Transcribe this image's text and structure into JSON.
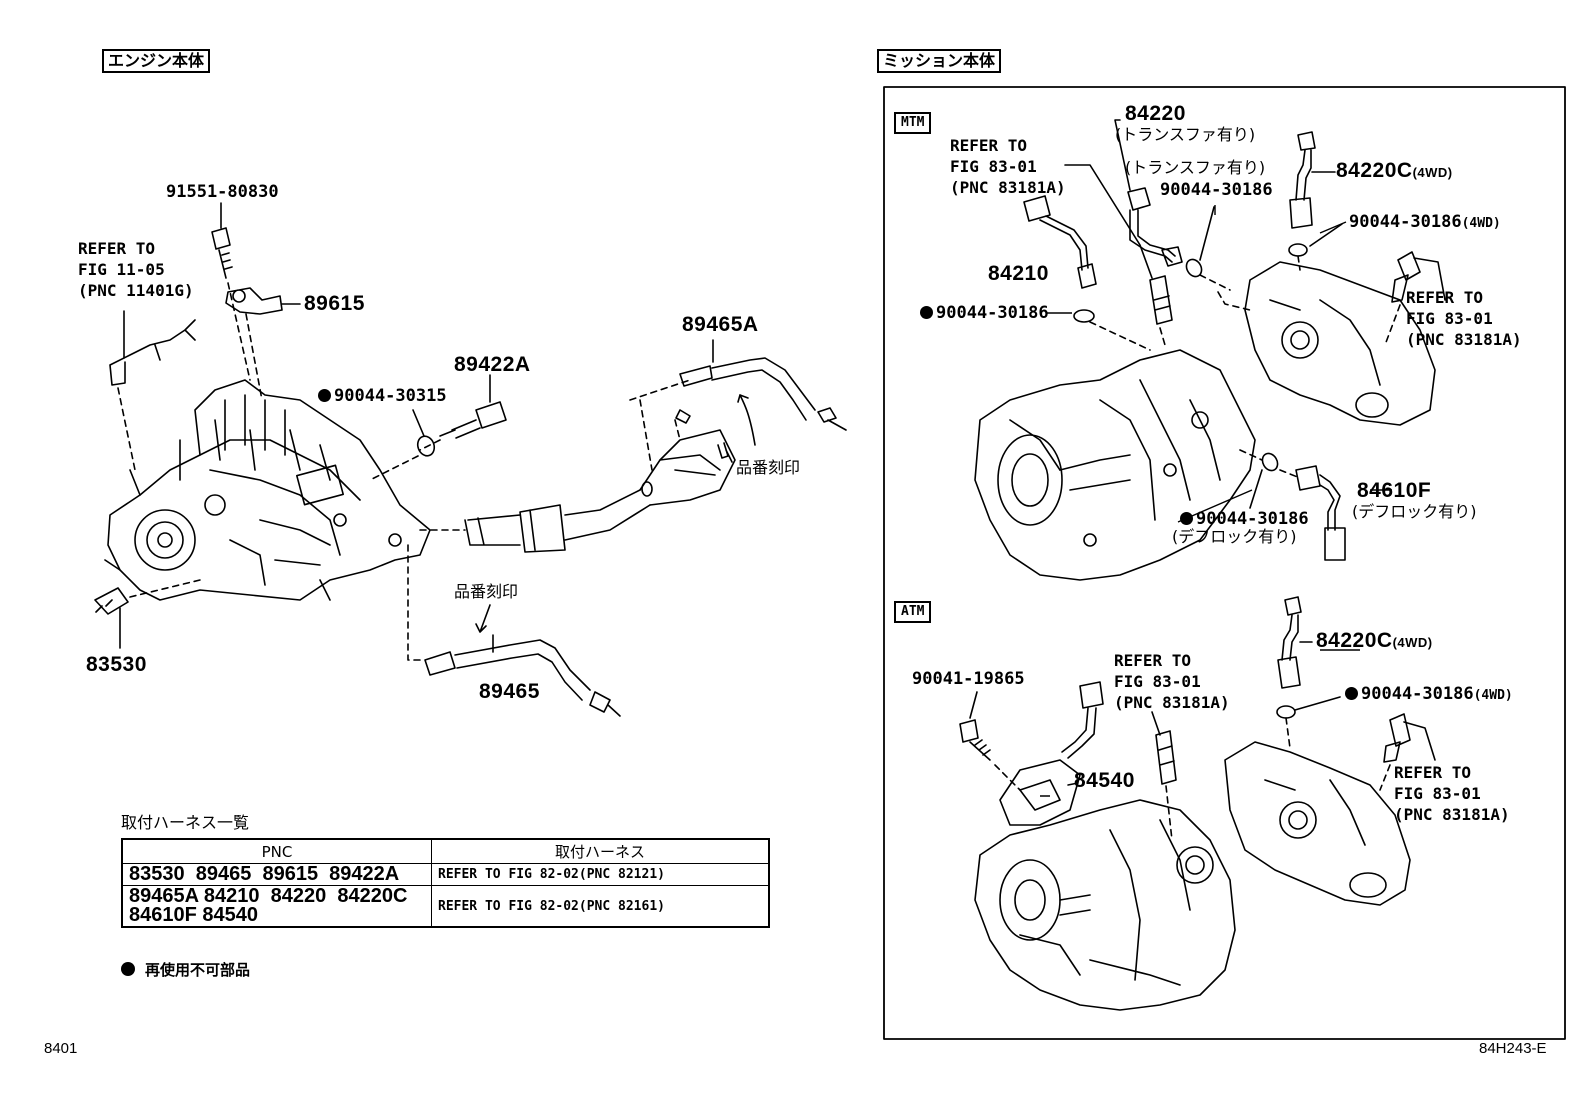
{
  "sections": {
    "engine": "エンジン本体",
    "transmission": "ミッション本体"
  },
  "tags": {
    "mtm": "MTM",
    "atm": "ATM"
  },
  "engine": {
    "p91551": "91551-80830",
    "refer_11": "REFER TO\nFIG 11-05\n(PNC 11401G)",
    "p89615": "89615",
    "p89422a": "89422A",
    "p90044_30315": "90044-30315",
    "p89465a": "89465A",
    "stamp_1": "品番刻印",
    "stamp_2": "品番刻印",
    "p83530": "83530",
    "p89465": "89465"
  },
  "mtm": {
    "p84220": "84220",
    "p84220_note": "(トランスファ有り)",
    "refer_a": "REFER TO\nFIG 83-01\n(PNC 83181A)",
    "transfer_note": "(トランスファ有り)",
    "p90044_30186_a": "90044-30186",
    "p84220c": "84220C",
    "p84220c_note": "(4WD)",
    "p90044_30186_4wd": "90044-30186",
    "p90044_30186_4wd_note": "(4WD)",
    "p84210": "84210",
    "p90044_30186_b": "90044-30186",
    "refer_b": "REFER TO\nFIG 83-01\n(PNC 83181A)",
    "p84610f": "84610F",
    "p84610f_note": "(デフロック有り)",
    "p90044_30186_c": "90044-30186",
    "p90044_30186_c_note": "(デフロック有り)"
  },
  "atm": {
    "p84220c": "84220C",
    "p84220c_note": "(4WD)",
    "p90041": "90041-19865",
    "refer_a": "REFER TO\nFIG 83-01\n(PNC 83181A)",
    "p90044": "90044-30186",
    "p90044_note": "(4WD)",
    "p84540": "84540",
    "refer_b": "REFER TO\nFIG 83-01\n(PNC 83181A)"
  },
  "harness_table": {
    "title": "取付ハーネス一覧",
    "headers": [
      "PNC",
      "取付ハーネス"
    ],
    "rows": [
      {
        "pnc": "83530  89465  89615  89422A",
        "ref": "REFER TO FIG 82-02(PNC 82121)"
      },
      {
        "pnc": "89465A 84210  84220  84220C\n84610F 84540",
        "ref": "REFER TO FIG 82-02(PNC 82161)"
      }
    ]
  },
  "legend": "再使用不可部品",
  "footer": {
    "left": "8401",
    "right": "84H243-E"
  }
}
